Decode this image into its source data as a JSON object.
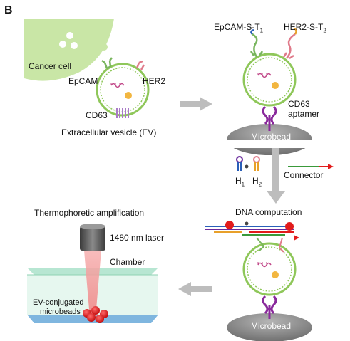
{
  "panel": {
    "letter": "B"
  },
  "labels": {
    "cancer_cell": "Cancer cell",
    "epcam": "EpCAM",
    "her2": "HER2",
    "cd63": "CD63",
    "ev": "Extracellular vesicle (EV)",
    "epcam_s_t1_main": "EpCAM-S-T",
    "epcam_s_t1_sub": "1",
    "her2_s_t2_main": "HER2-S-T",
    "her2_s_t2_sub": "2",
    "cd63_aptamer_line1": "CD63",
    "cd63_aptamer_line2": "aptamer",
    "microbead_top": "Microbead",
    "h1_main": "H",
    "h1_sub": "1",
    "h2_main": "H",
    "h2_sub": "2",
    "connector": "Connector",
    "dna_computation": "DNA computation",
    "thermophoretic": "Thermophoretic amplification",
    "laser": "1480 nm laser",
    "chamber": "Chamber",
    "ev_conj_line1": "EV-conjugated",
    "ev_conj_line2": "microbeads",
    "microbead_bottom": "Microbead"
  },
  "colors": {
    "cell": "#c9e6a6",
    "vesicle_outline": "#8fc75a",
    "bead": "#8c8c8c",
    "arrow": "#bdbdbd",
    "epcam": "#79b55e",
    "her2": "#e07a8a",
    "cd63": "#a97bc7",
    "aptamer": "#8a2a9c",
    "laser": "#555555",
    "beam": "#f3a0a0",
    "chamber": "#d9f3e8",
    "red_bead": "#e21b1b"
  }
}
